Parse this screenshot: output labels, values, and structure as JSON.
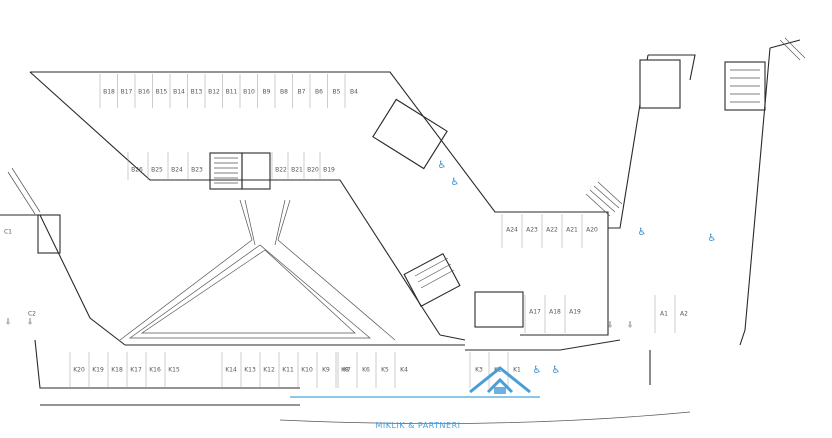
{
  "watermark": {
    "text": "MIKLIK & PARTNERI",
    "color": "#4a9ed6"
  },
  "colors": {
    "line": "#2a2a2a",
    "accent": "#3f8fc9"
  },
  "bays_b_top": [
    "B18",
    "B17",
    "B16",
    "B15",
    "B14",
    "B13",
    "B12",
    "B11",
    "B10",
    "B9",
    "B8",
    "B7",
    "B6",
    "B5",
    "B4"
  ],
  "bays_b_mid": [
    "B26",
    "B25",
    "B24",
    "B23",
    "B22",
    "B21",
    "B20",
    "B19"
  ],
  "bays_a_row": [
    "A24",
    "A23",
    "A22",
    "A21",
    "A20"
  ],
  "bays_a_bottom": [
    "A17",
    "A18",
    "A19"
  ],
  "bays_a_right_bottom": [
    "A1",
    "A2"
  ],
  "bays_k_row": [
    "K20",
    "K19",
    "K18",
    "K17",
    "K16",
    "K15",
    "K14",
    "K13",
    "K12",
    "K11",
    "K10",
    "K9",
    "K8",
    "K7",
    "K6",
    "K5",
    "K4",
    "K3",
    "K2",
    "K1"
  ],
  "misc_labels": [
    "C1",
    "C2"
  ],
  "icons": {
    "accessible": "wheelchair-icon",
    "stairs": "stairs-icon",
    "arrow": "down-arrow-icon"
  }
}
